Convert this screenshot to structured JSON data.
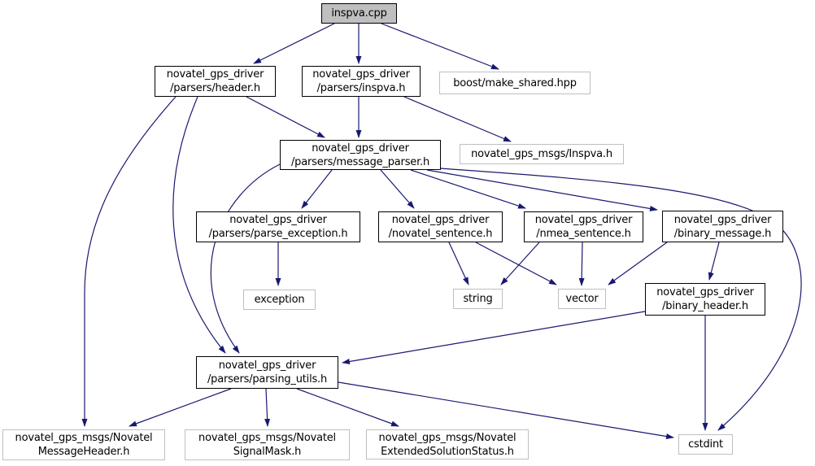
{
  "diagram": {
    "kind": "doxygen-include-dependency-graph",
    "colors": {
      "edge": "#191970",
      "internal_node_border": "#000000",
      "external_node_border": "#bfbfbf",
      "root_node_fill": "#bfbfbf",
      "node_fill": "#ffffff",
      "background": "#ffffff"
    },
    "nodes": {
      "inspva_cpp": {
        "label": "inspva.cpp",
        "type": "root"
      },
      "header_h": {
        "label": "novatel_gps_driver\n/parsers/header.h",
        "type": "internal"
      },
      "inspva_h": {
        "label": "novatel_gps_driver\n/parsers/inspva.h",
        "type": "internal"
      },
      "make_shared": {
        "label": "boost/make_shared.hpp",
        "type": "external"
      },
      "message_parser": {
        "label": "novatel_gps_driver\n/parsers/message_parser.h",
        "type": "internal"
      },
      "inspva_msg": {
        "label": "novatel_gps_msgs/Inspva.h",
        "type": "external"
      },
      "parse_exception": {
        "label": "novatel_gps_driver\n/parsers/parse_exception.h",
        "type": "internal"
      },
      "novatel_sentence": {
        "label": "novatel_gps_driver\n/novatel_sentence.h",
        "type": "internal"
      },
      "nmea_sentence": {
        "label": "novatel_gps_driver\n/nmea_sentence.h",
        "type": "internal"
      },
      "binary_message": {
        "label": "novatel_gps_driver\n/binary_message.h",
        "type": "internal"
      },
      "exception": {
        "label": "exception",
        "type": "external"
      },
      "string": {
        "label": "string",
        "type": "external"
      },
      "vector": {
        "label": "vector",
        "type": "external"
      },
      "binary_header": {
        "label": "novatel_gps_driver\n/binary_header.h",
        "type": "internal"
      },
      "parsing_utils": {
        "label": "novatel_gps_driver\n/parsers/parsing_utils.h",
        "type": "internal"
      },
      "novatel_message_header": {
        "label": "novatel_gps_msgs/Novatel\nMessageHeader.h",
        "type": "external"
      },
      "novatel_signal_mask": {
        "label": "novatel_gps_msgs/Novatel\nSignalMask.h",
        "type": "external"
      },
      "novatel_ext_status": {
        "label": "novatel_gps_msgs/Novatel\nExtendedSolutionStatus.h",
        "type": "external"
      },
      "cstdint": {
        "label": "cstdint",
        "type": "external"
      }
    },
    "edges": [
      {
        "from": "inspva_cpp",
        "to": "header_h"
      },
      {
        "from": "inspva_cpp",
        "to": "inspva_h"
      },
      {
        "from": "inspva_cpp",
        "to": "make_shared"
      },
      {
        "from": "header_h",
        "to": "message_parser"
      },
      {
        "from": "header_h",
        "to": "novatel_message_header"
      },
      {
        "from": "header_h",
        "to": "parsing_utils"
      },
      {
        "from": "inspva_h",
        "to": "message_parser"
      },
      {
        "from": "inspva_h",
        "to": "inspva_msg"
      },
      {
        "from": "message_parser",
        "to": "parse_exception"
      },
      {
        "from": "message_parser",
        "to": "novatel_sentence"
      },
      {
        "from": "message_parser",
        "to": "nmea_sentence"
      },
      {
        "from": "message_parser",
        "to": "binary_message"
      },
      {
        "from": "message_parser",
        "to": "parsing_utils"
      },
      {
        "from": "message_parser",
        "to": "cstdint"
      },
      {
        "from": "parse_exception",
        "to": "exception"
      },
      {
        "from": "novatel_sentence",
        "to": "string"
      },
      {
        "from": "novatel_sentence",
        "to": "vector"
      },
      {
        "from": "nmea_sentence",
        "to": "string"
      },
      {
        "from": "nmea_sentence",
        "to": "vector"
      },
      {
        "from": "binary_message",
        "to": "vector"
      },
      {
        "from": "binary_message",
        "to": "binary_header"
      },
      {
        "from": "binary_header",
        "to": "parsing_utils"
      },
      {
        "from": "binary_header",
        "to": "cstdint"
      },
      {
        "from": "parsing_utils",
        "to": "novatel_message_header"
      },
      {
        "from": "parsing_utils",
        "to": "novatel_signal_mask"
      },
      {
        "from": "parsing_utils",
        "to": "novatel_ext_status"
      },
      {
        "from": "parsing_utils",
        "to": "cstdint"
      }
    ]
  }
}
